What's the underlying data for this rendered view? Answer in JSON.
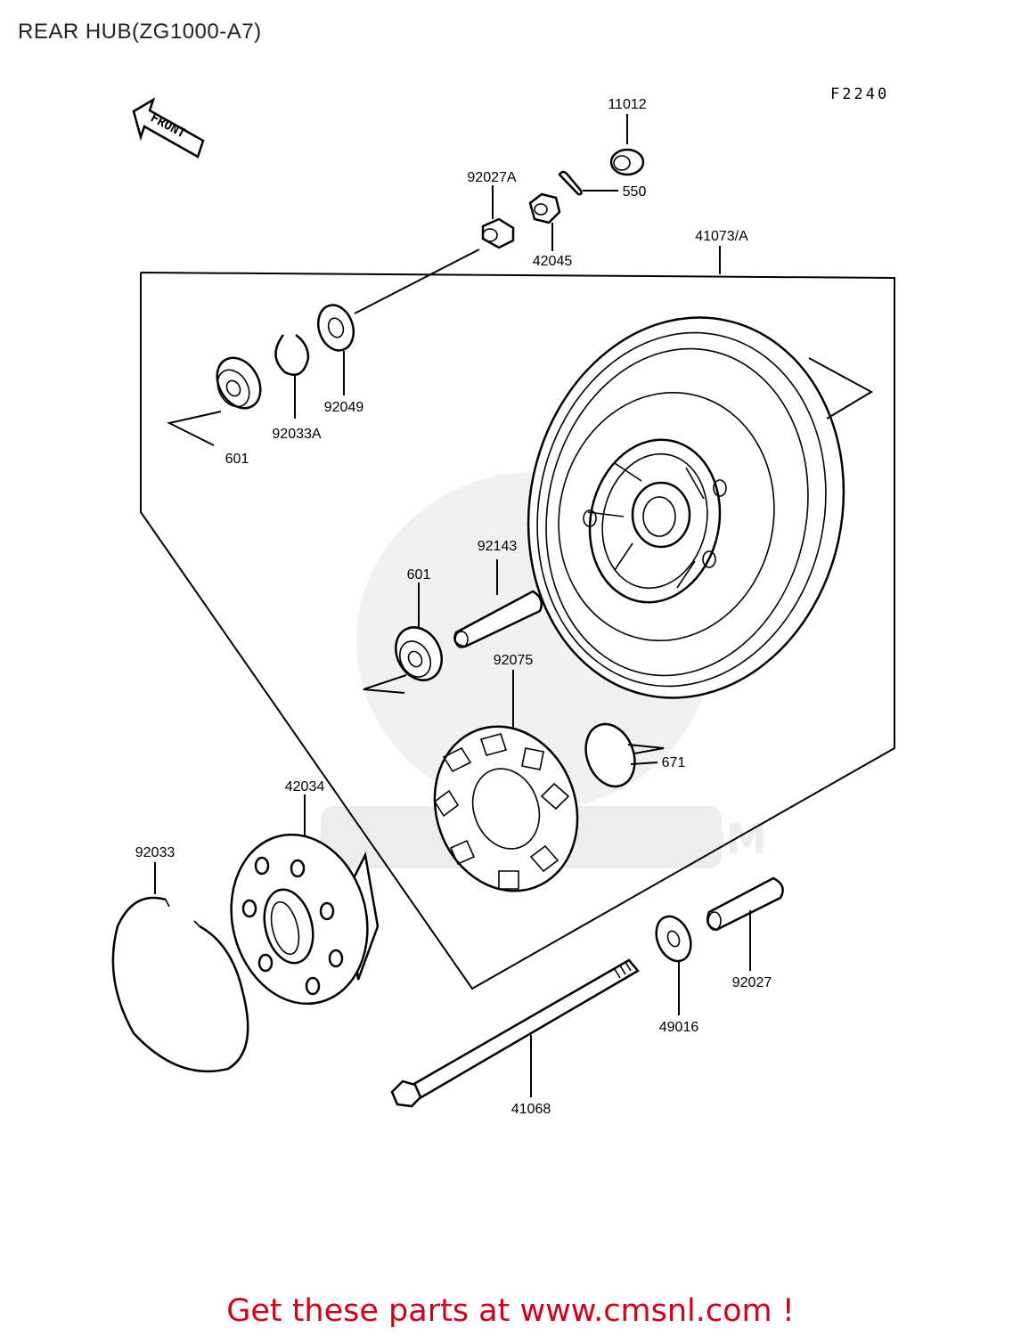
{
  "page": {
    "title": "REAR HUB(ZG1000-A7)",
    "ref_code": "F2240",
    "footer_link": "Get these parts at www.cmsnl.com !"
  },
  "diagram": {
    "front_arrow": "FRONT",
    "watermark": "WWW.CMSNL.COM",
    "parts": {
      "p11012": "11012",
      "p550": "550",
      "p92027A": "92027A",
      "p42045": "42045",
      "p41073A": "41073/A",
      "p92049": "92049",
      "p92033A": "92033A",
      "p601a": "601",
      "p92143": "92143",
      "p601b": "601",
      "p92075": "92075",
      "p671": "671",
      "p42034": "42034",
      "p92033": "92033",
      "p92027": "92027",
      "p49016": "49016",
      "p41068": "41068"
    }
  },
  "colors": {
    "footer": "#d0021b",
    "lines": "#000000",
    "watermark": "#e6e6e6"
  }
}
